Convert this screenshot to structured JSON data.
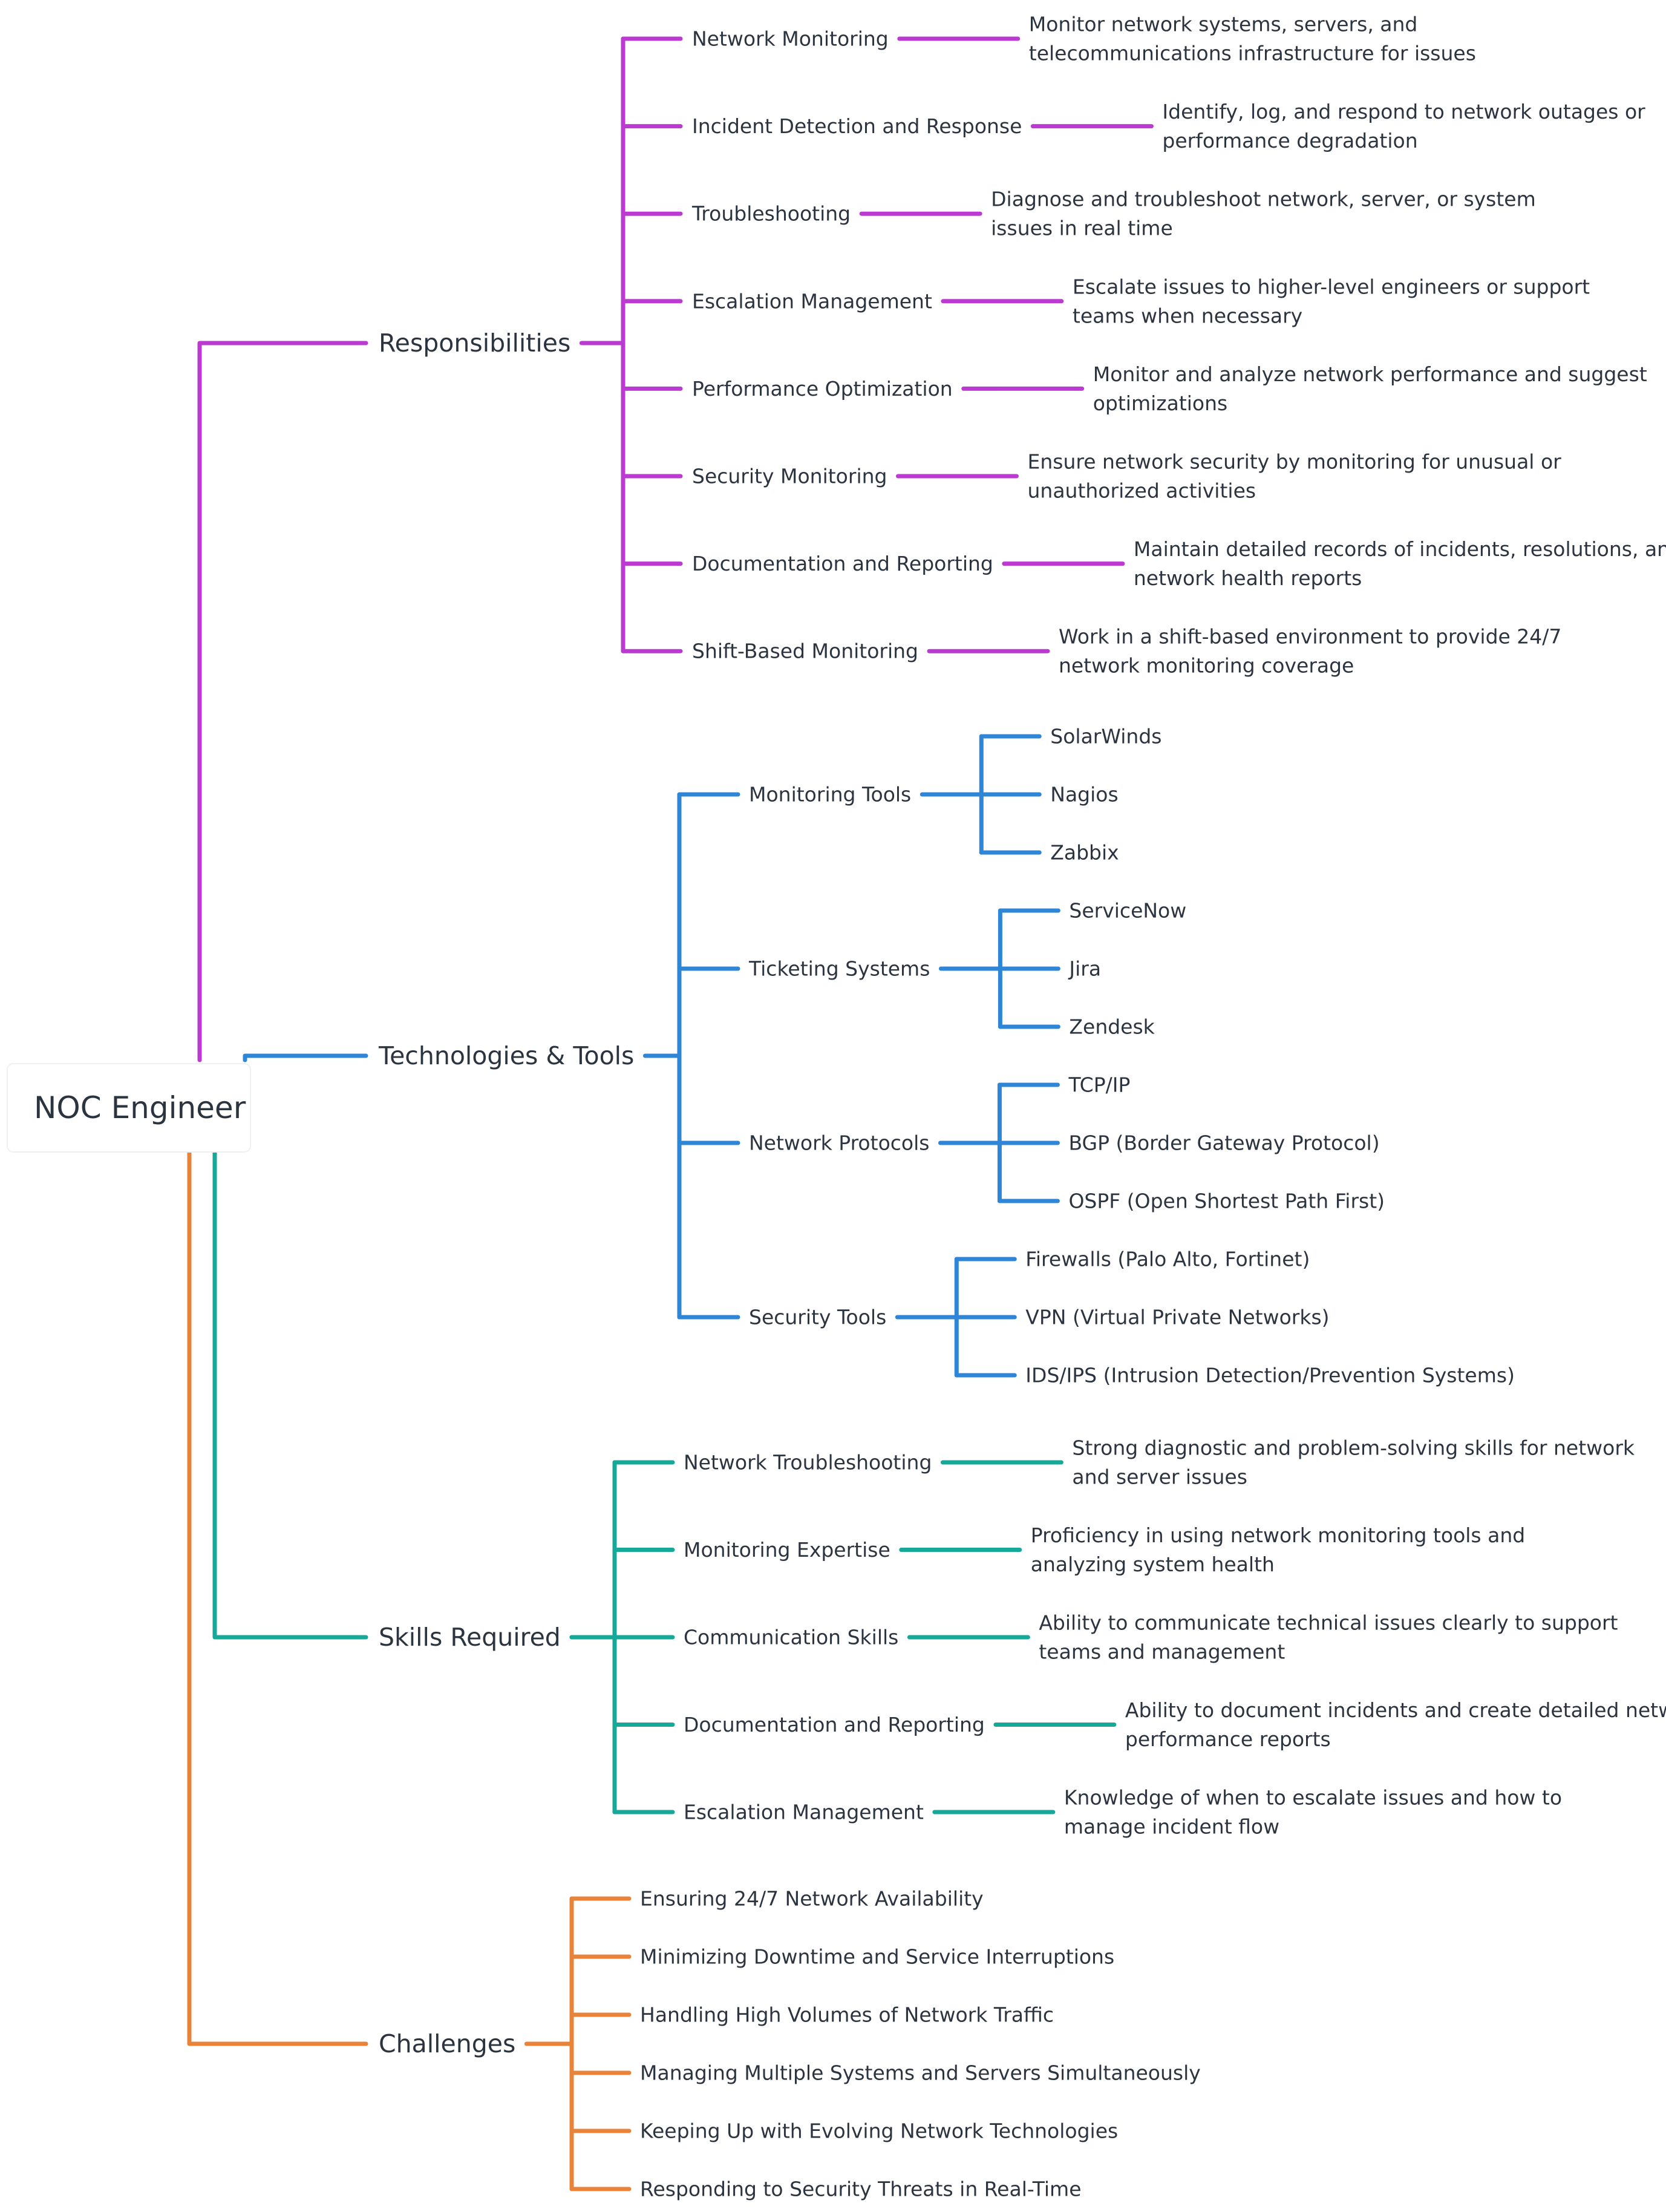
{
  "root": {
    "label": "NOC Engineer"
  },
  "colors": {
    "responsibilities": "#bb3bd0",
    "technologies": "#2f86d6",
    "skills": "#17a89a",
    "challenges": "#e8833a"
  },
  "branches": {
    "responsibilities": {
      "label": "Responsibilities",
      "items": [
        {
          "label": "Network Monitoring",
          "desc": [
            "Monitor network systems, servers, and",
            "telecommunications infrastructure for issues"
          ]
        },
        {
          "label": "Incident Detection and Response",
          "desc": [
            "Identify, log, and respond to network outages or",
            "performance degradation"
          ]
        },
        {
          "label": "Troubleshooting",
          "desc": [
            "Diagnose and troubleshoot network, server, or system",
            "issues in real time"
          ]
        },
        {
          "label": "Escalation Management",
          "desc": [
            "Escalate issues to higher-level engineers or support",
            "teams when necessary"
          ]
        },
        {
          "label": "Performance Optimization",
          "desc": [
            "Monitor and analyze network performance and suggest",
            "optimizations"
          ]
        },
        {
          "label": "Security Monitoring",
          "desc": [
            "Ensure network security by monitoring for unusual or",
            "unauthorized activities"
          ]
        },
        {
          "label": "Documentation and Reporting",
          "desc": [
            "Maintain detailed records of incidents, resolutions, and",
            "network health reports"
          ]
        },
        {
          "label": "Shift-Based Monitoring",
          "desc": [
            "Work in a shift-based environment to provide 24/7",
            "network monitoring coverage"
          ]
        }
      ]
    },
    "technologies": {
      "label": "Technologies & Tools",
      "groups": [
        {
          "label": "Monitoring Tools",
          "items": [
            "SolarWinds",
            "Nagios",
            "Zabbix"
          ]
        },
        {
          "label": "Ticketing Systems",
          "items": [
            "ServiceNow",
            "Jira",
            "Zendesk"
          ]
        },
        {
          "label": "Network Protocols",
          "items": [
            "TCP/IP",
            "BGP (Border Gateway Protocol)",
            "OSPF (Open Shortest Path First)"
          ]
        },
        {
          "label": "Security Tools",
          "items": [
            "Firewalls (Palo Alto, Fortinet)",
            "VPN (Virtual Private Networks)",
            "IDS/IPS (Intrusion Detection/Prevention Systems)"
          ]
        }
      ]
    },
    "skills": {
      "label": "Skills Required",
      "items": [
        {
          "label": "Network Troubleshooting",
          "desc": [
            "Strong diagnostic and problem-solving skills for network",
            "and server issues"
          ]
        },
        {
          "label": "Monitoring Expertise",
          "desc": [
            "Proficiency in using network monitoring tools and",
            "analyzing system health"
          ]
        },
        {
          "label": "Communication Skills",
          "desc": [
            "Ability to communicate technical issues clearly to support",
            "teams and management"
          ]
        },
        {
          "label": "Documentation and Reporting",
          "desc": [
            "Ability to document incidents and create detailed network",
            "performance reports"
          ]
        },
        {
          "label": "Escalation Management",
          "desc": [
            "Knowledge of when to escalate issues and how to",
            "manage incident flow"
          ]
        }
      ]
    },
    "challenges": {
      "label": "Challenges",
      "items": [
        "Ensuring 24/7 Network Availability",
        "Minimizing Downtime and Service Interruptions",
        "Handling High Volumes of Network Traffic",
        "Managing Multiple Systems and Servers Simultaneously",
        "Keeping Up with Evolving Network Technologies",
        "Responding to Security Threats in Real-Time"
      ]
    }
  }
}
